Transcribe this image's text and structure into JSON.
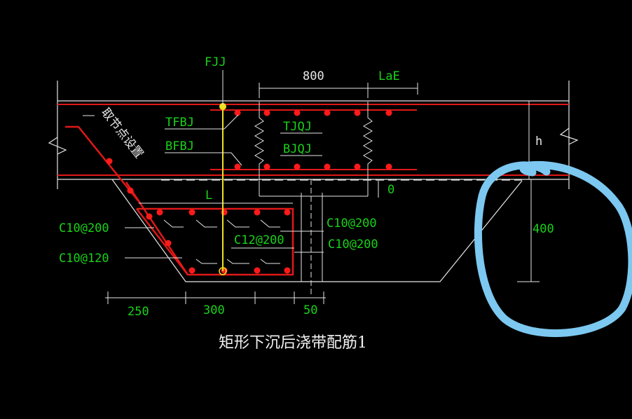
{
  "drawing": {
    "title": "矩形下沉后浇带配筋1",
    "bar_labels": {
      "fjj": "FJJ",
      "tfbj": "TFBJ",
      "bfbj": "BFBJ",
      "tjqj": "TJQJ",
      "bjqj": "BJQJ",
      "L": "L",
      "c10_200_left": "C10@200",
      "c10_120": "C10@120",
      "c12_200": "C12@200",
      "c10_200_right_top": "C10@200",
      "c10_200_right_bottom": "C10@200",
      "lae": "LaE",
      "h": "h"
    },
    "dimensions": {
      "d800": "800",
      "d0": "0",
      "d400": "400",
      "d250": "250",
      "d300": "300",
      "d50": "50"
    },
    "note_vertical": "取节点设置"
  },
  "colors": {
    "background": "#000000",
    "linework": "#e6e6e6",
    "rebar": "#e01818",
    "green_text": "#19d219",
    "yellow_bar": "#f0e020",
    "annotation_circle": "#7cc8f0"
  }
}
